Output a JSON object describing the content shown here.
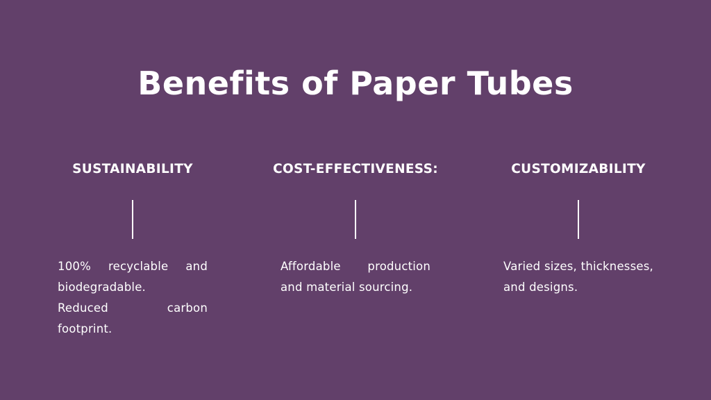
{
  "slide": {
    "title": "Benefits of Paper Tubes",
    "background_color": "#62406a",
    "columns": [
      {
        "heading": "SUSTAINABILITY",
        "description": [
          "100% recyclable and biodegradable.",
          "Reduced carbon footprint."
        ]
      },
      {
        "heading": "COST-EFFECTIVENESS:",
        "description": [
          "Affordable production and material sourcing."
        ]
      },
      {
        "heading": "CUSTOMIZABILITY",
        "description": [
          "Varied sizes, thicknesses, and designs."
        ]
      }
    ]
  }
}
